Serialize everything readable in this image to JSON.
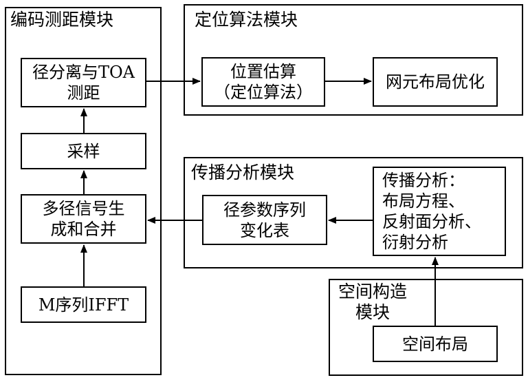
{
  "modules": {
    "encoding": {
      "title": "编码测距模块"
    },
    "positioning": {
      "title": "定位算法模块"
    },
    "propagation": {
      "title": "传播分析模块"
    },
    "space": {
      "title": "空间构造\n模块"
    }
  },
  "boxes": {
    "toa": "径分离与TOA\n测距",
    "sampling": "采样",
    "multipath": "多径信号生\n成和合并",
    "mseq": "M序列IFFT",
    "position_est": "位置估算\n（定位算法）",
    "network_opt": "网元布局优化",
    "path_table": "径参数序列\n变化表",
    "prop_analysis": "传播分析：\n布局方程、\n反射面分析、\n衍射分析",
    "space_layout": "空间布局"
  }
}
